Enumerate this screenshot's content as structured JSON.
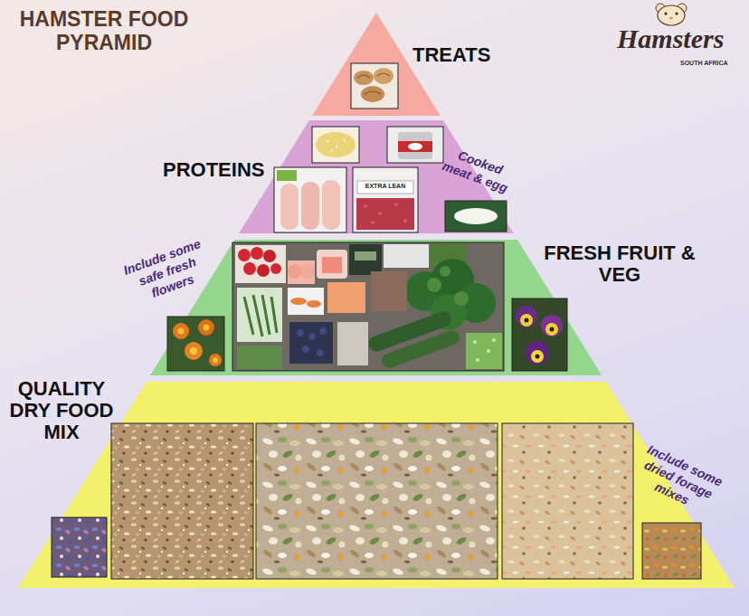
{
  "diagram": {
    "title": "HAMSTER FOOD PYRAMID",
    "nodes": [
      {
        "text": [
          "TREATS"
        ]
      },
      {
        "text": [
          "PROTEINS",
          "Cooked meat & egg"
        ]
      },
      {
        "text": [
          "FRESH FRUIT & VEG",
          "Include some safe fresh flowers"
        ]
      },
      {
        "text": [
          "QUALITY DRY FOOD MIX",
          "Include some dried forage mixes"
        ]
      }
    ],
    "labels": [
      "Hamsters",
      "SOUTH AFRICA",
      "EXTRA LEAN"
    ]
  }
}
